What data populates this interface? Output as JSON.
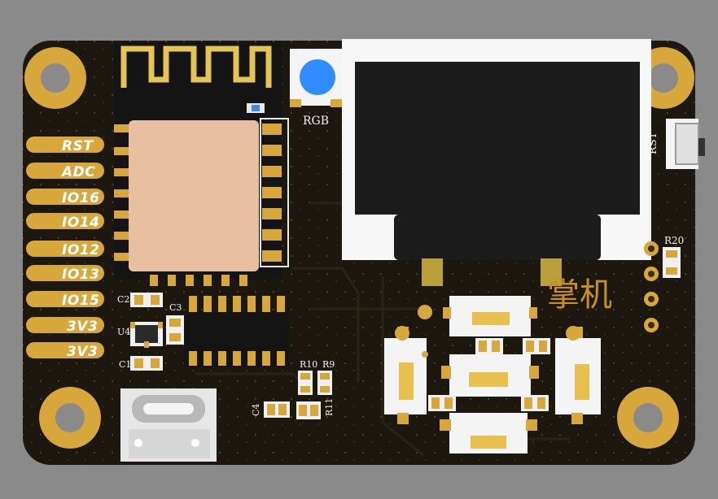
{
  "board": {
    "pin_labels": [
      "RST",
      "ADC",
      "IO16",
      "IO14",
      "IO12",
      "IO13",
      "IO15",
      "3V3",
      "3V3"
    ],
    "designators": {
      "rgb": "RGB",
      "rst": "RST",
      "r20": "R20",
      "c2": "C2",
      "c3": "C3",
      "u4": "U4",
      "c1": "C1",
      "r10": "R10",
      "r9": "R9",
      "c4": "C4",
      "r11": "R11"
    },
    "title_text": "掌机"
  },
  "colors": {
    "background": "#8a8a8a",
    "pcb": "#1c1810",
    "gold": "#d8a73c",
    "silkscreen": "#f2f2f2",
    "oled_frame": "#f7f7f7",
    "oled_screen": "#1c1c1c",
    "rgb_led": "#2f8dff",
    "module_shield": "#e8bfa0",
    "chinese_text": "#c8901c"
  }
}
